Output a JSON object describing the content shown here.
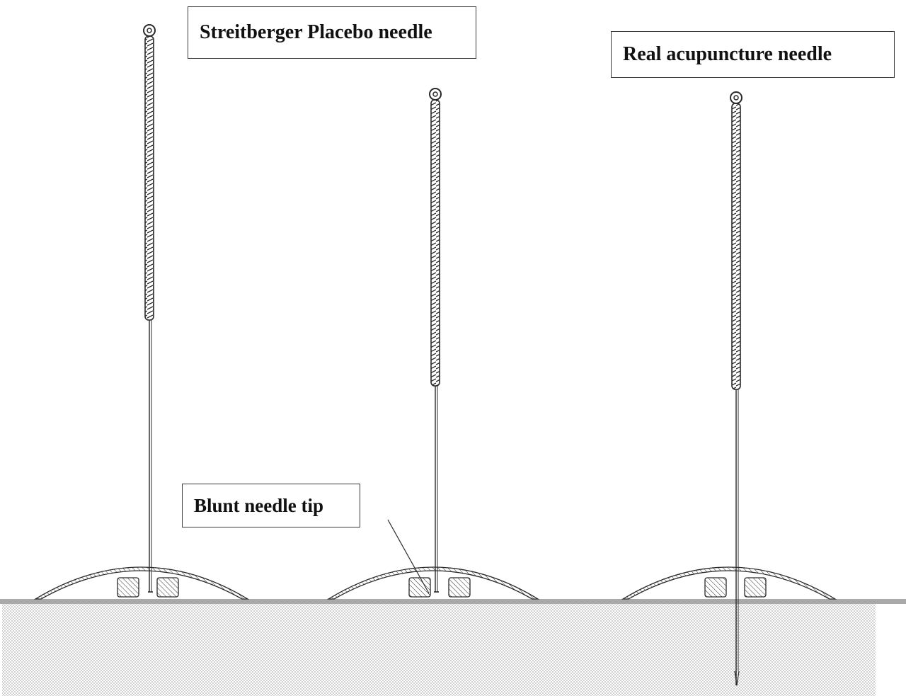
{
  "labels": {
    "placebo_needle": "Streitberger Placebo needle",
    "real_needle": "Real acupuncture needle",
    "blunt_tip": "Blunt needle tip"
  },
  "colors": {
    "line": "#2a2a2a",
    "skin_surface": "#a9a9a9",
    "tissue_dots": "#6f6f6f",
    "background": "#ffffff"
  },
  "needles": [
    {
      "id": "needle-1",
      "type": "placebo",
      "penetrates_skin": false
    },
    {
      "id": "needle-2",
      "type": "placebo",
      "penetrates_skin": false
    },
    {
      "id": "needle-3",
      "type": "real",
      "penetrates_skin": true
    }
  ]
}
